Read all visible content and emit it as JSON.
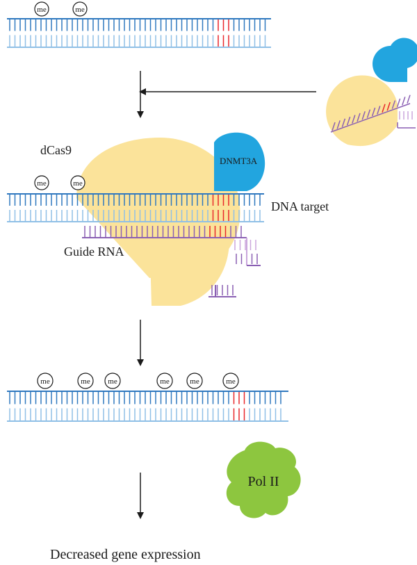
{
  "labels": {
    "dcas9": "dCas9",
    "dnmt3a": "DNMT3A",
    "dna_target": "DNA target",
    "guide_rna": "Guide RNA",
    "pol2": "Pol II",
    "outcome": "Decreased gene expression"
  },
  "methyl_tag": "me",
  "colors": {
    "dna_top": "#2f78bf",
    "dna_bottom": "#8fbfe6",
    "target_bases": "#e8262a",
    "guide_rna": "#8a5fb3",
    "guide_rna_light": "#caa6dc",
    "dcas9": "#fbe39a",
    "dnmt3a": "#22a5df",
    "pol2": "#8dc63f",
    "arrow": "#1a1a1a"
  }
}
